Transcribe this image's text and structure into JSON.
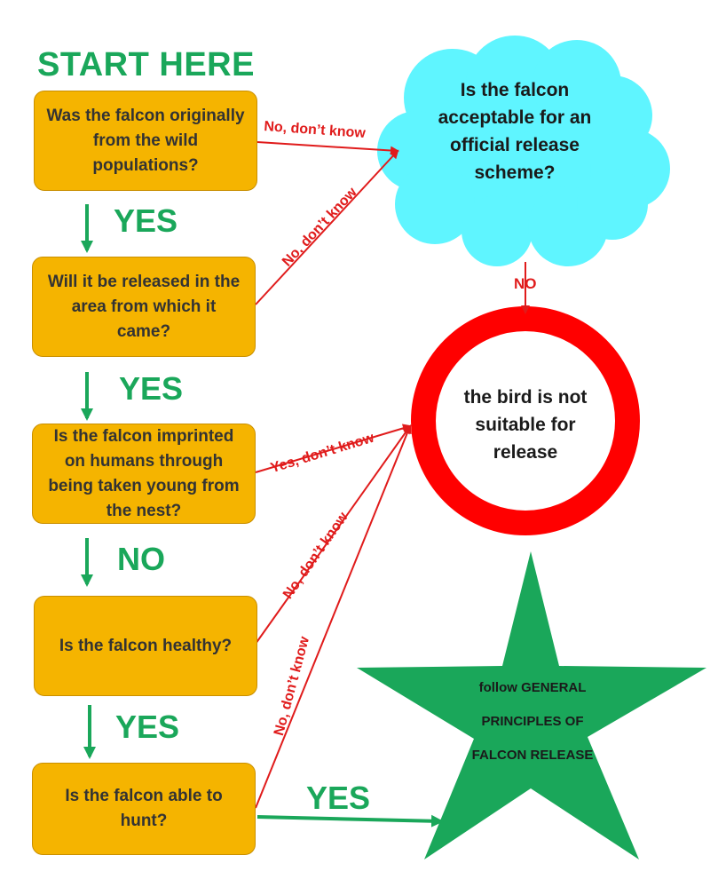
{
  "title": "START HERE",
  "questions": [
    "Was the falcon originally  from the wild populations?",
    "Will it be released in the area from which it came?",
    "Is the falcon imprinted on humans through being taken young from the nest?",
    "Is the falcon healthy?",
    "Is the falcon able to hunt?"
  ],
  "answers": [
    "YES",
    "YES",
    "NO",
    "YES"
  ],
  "cloud_question": "Is the falcon acceptable for an official release scheme?",
  "cloud_answer": "NO",
  "outcome_not_suitable": "the bird is not suitable for release",
  "outcome_release": "follow GENERAL PRINCIPLES OF FALCON RELEASE",
  "final_yes": "YES",
  "edge_labels": {
    "q1_to_cloud": "No, don’t know",
    "q2_to_cloud": "No, don’t know",
    "q3_to_ring": "Yes, don’t know",
    "q4_to_ring": "No, don’t know",
    "q5_to_ring": "No, don’t know"
  },
  "colors": {
    "box_fill": "#f5b400",
    "green": "#1aa75a",
    "red": "#e01b1b",
    "cloud": "#5ff5ff",
    "star": "#1aa75a"
  }
}
